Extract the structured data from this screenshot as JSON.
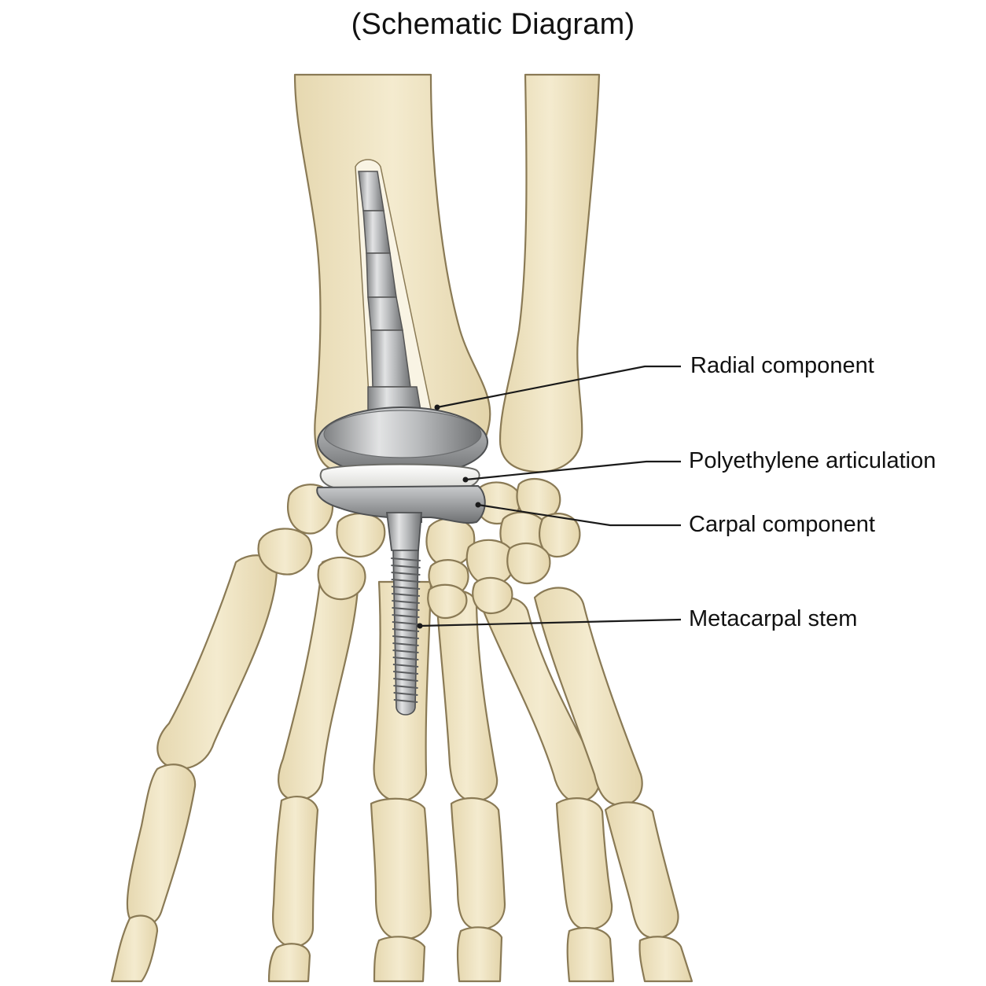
{
  "title": "(Schematic Diagram)",
  "labels": {
    "radial": "Radial component",
    "poly": "Polyethylene articulation",
    "carpal": "Carpal component",
    "metacarpal": "Metacarpal stem"
  },
  "colors": {
    "bone_fill": "#efe4c2",
    "bone_outline": "#8a7a55",
    "metal_light": "#d9dadb",
    "metal_dark": "#8c8e90",
    "polyethylene": "#f5f5f2",
    "leader_line": "#1a1a1a"
  }
}
